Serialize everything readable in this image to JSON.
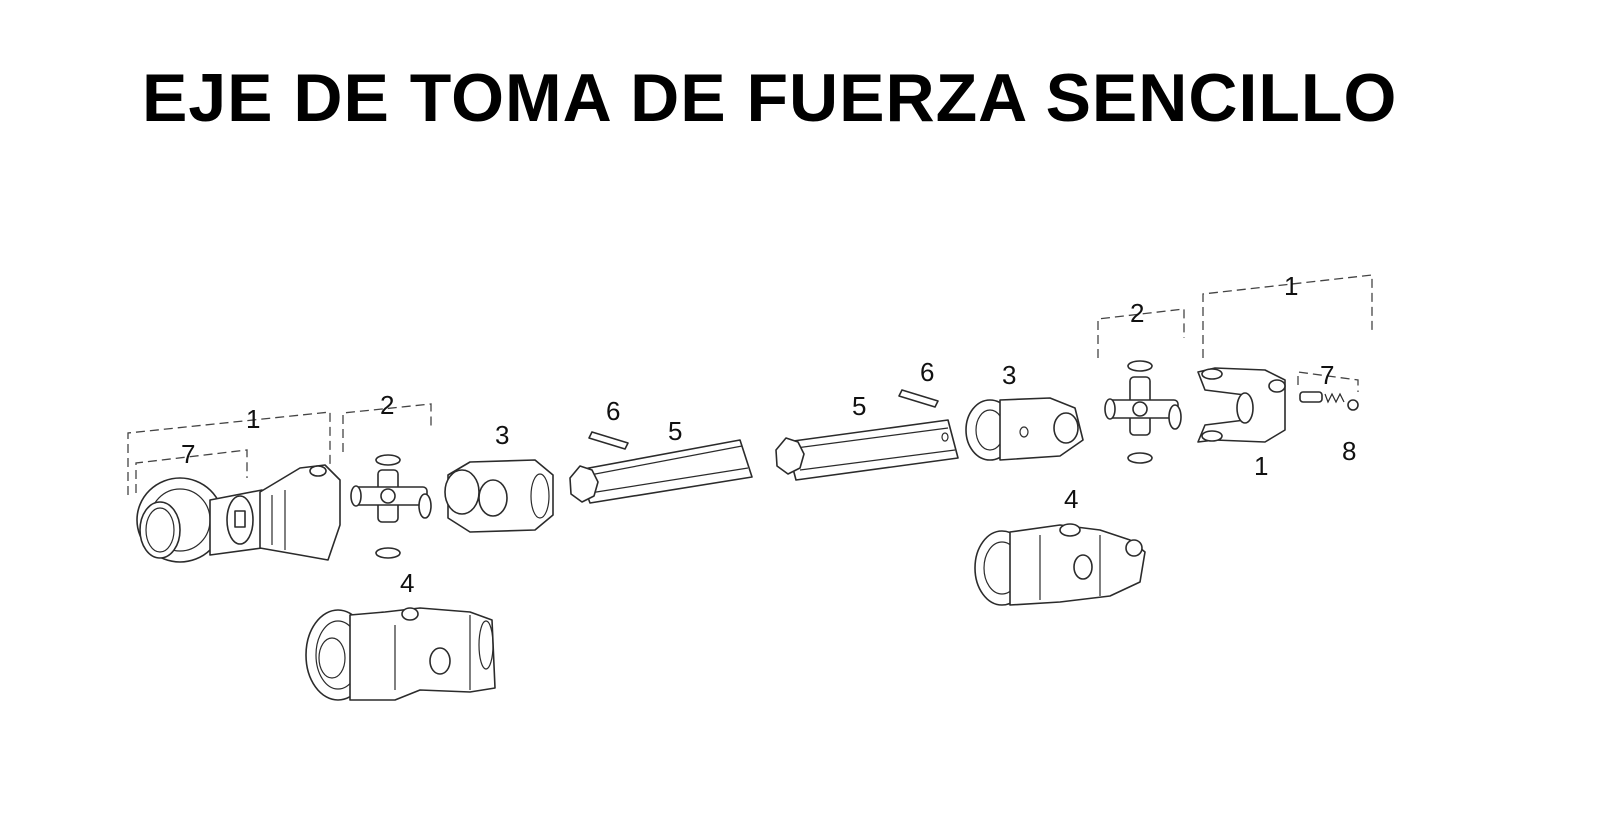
{
  "title": "EJE DE TOMA DE FUERZA SENCILLO",
  "callouts": {
    "left_yoke": "1",
    "left_clamp": "7",
    "left_cross": "2",
    "left_inner_yoke": "3",
    "left_pin": "6",
    "left_tube": "5",
    "left_joint": "4",
    "right_tube": "5",
    "right_pin": "6",
    "right_inner_yoke": "3",
    "right_cross": "2",
    "right_yoke_top": "1",
    "right_yoke_bottom": "1",
    "right_bolt": "7",
    "right_nut": "8",
    "right_joint": "4"
  },
  "colors": {
    "line": "#2b2b2b",
    "background": "#ffffff",
    "text": "#000000"
  }
}
